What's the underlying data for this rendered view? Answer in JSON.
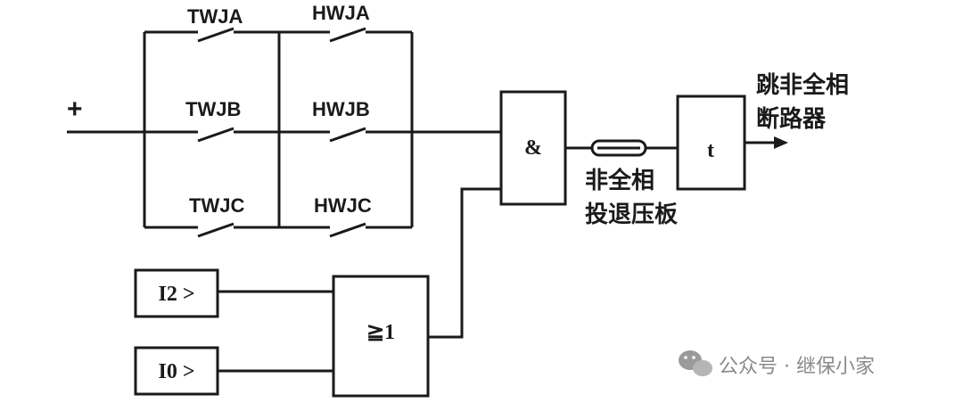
{
  "power": {
    "label": "+"
  },
  "contacts": {
    "twja": "TWJA",
    "twjb": "TWJB",
    "twjc": "TWJC",
    "hwja": "HWJA",
    "hwjb": "HWJB",
    "hwjc": "HWJC"
  },
  "gates": {
    "and": "&",
    "or": "≧1",
    "timer": "t",
    "i2": "I2 >",
    "i0": "I0 >"
  },
  "plate": {
    "line1": "非全相",
    "line2": "投退压板"
  },
  "output": {
    "line1": "跳非全相",
    "line2": "断路器"
  },
  "watermark": {
    "text": "公众号 · 继保小家"
  },
  "colors": {
    "line": "#1a1a1a",
    "watermark": "#8a8a8a"
  }
}
